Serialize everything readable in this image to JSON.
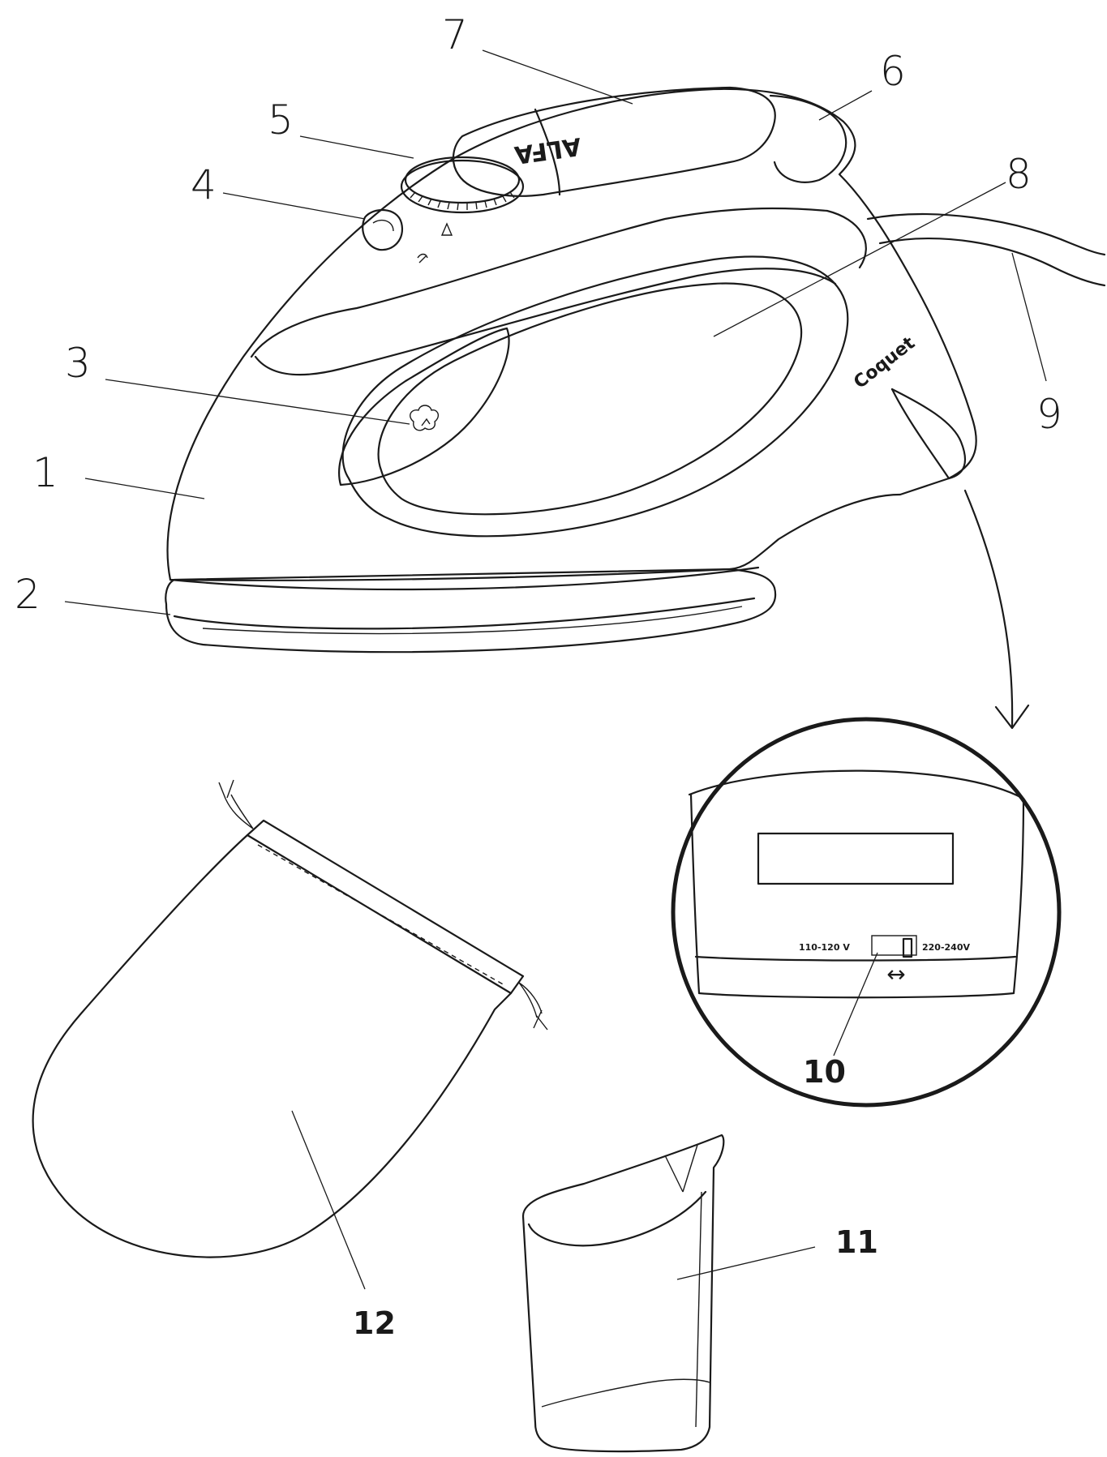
{
  "callouts": [
    {
      "id": "1",
      "text": "1"
    },
    {
      "id": "2",
      "text": "2"
    },
    {
      "id": "3",
      "text": "3"
    },
    {
      "id": "4",
      "text": "4"
    },
    {
      "id": "5",
      "text": "5"
    },
    {
      "id": "6",
      "text": "6"
    },
    {
      "id": "7",
      "text": "7"
    },
    {
      "id": "8",
      "text": "8"
    },
    {
      "id": "9",
      "text": "9"
    },
    {
      "id": "10",
      "text": "10"
    },
    {
      "id": "11",
      "text": "11"
    },
    {
      "id": "12",
      "text": "12"
    }
  ],
  "iron": {
    "brand_text": "ALFA",
    "model_text": "Coquet"
  },
  "voltage_switch": {
    "low_label": "110-120 V",
    "high_label": "220-240V",
    "arrow_symbol": "↔"
  },
  "colors": {
    "line": "#1a1a1a",
    "background": "#ffffff"
  }
}
